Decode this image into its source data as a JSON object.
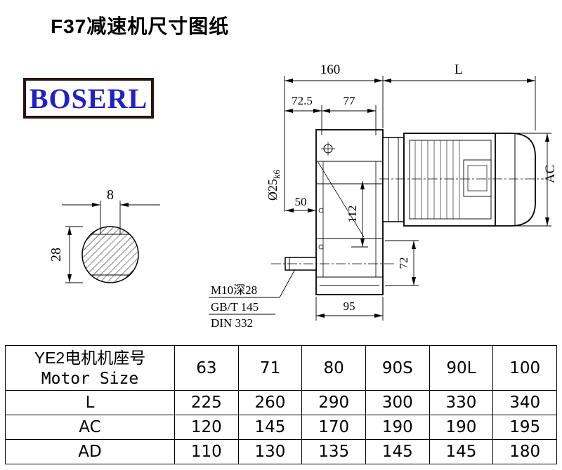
{
  "page": {
    "title": "F37减速机尺寸图纸"
  },
  "logo": {
    "text": "BOSERL"
  },
  "drawing": {
    "dims": {
      "keyway_width": "8",
      "shaft_diameter": "28",
      "overall_160": "160",
      "motor_length": "L",
      "dim_72_5": "72.5",
      "dim_77": "77",
      "shaft_label": "Ø25",
      "shaft_tolerance": "k6",
      "dim_50": "50",
      "dim_112": "112",
      "motor_diameter": "AC",
      "dim_72": "72",
      "dim_95": "95",
      "thread_note": "M10深28",
      "standard_gbt": "GB/T 145",
      "standard_din": "DIN 332"
    }
  },
  "table": {
    "header": {
      "line1": "YE2电机机座号",
      "line2": "Motor Size"
    },
    "sizes": [
      "63",
      "71",
      "80",
      "90S",
      "90L",
      "100"
    ],
    "rows": [
      {
        "label": "L",
        "values": [
          "225",
          "260",
          "290",
          "300",
          "330",
          "340"
        ]
      },
      {
        "label": "AC",
        "values": [
          "120",
          "145",
          "170",
          "190",
          "190",
          "195"
        ]
      },
      {
        "label": "AD",
        "values": [
          "110",
          "130",
          "135",
          "145",
          "145",
          "180"
        ]
      }
    ]
  }
}
